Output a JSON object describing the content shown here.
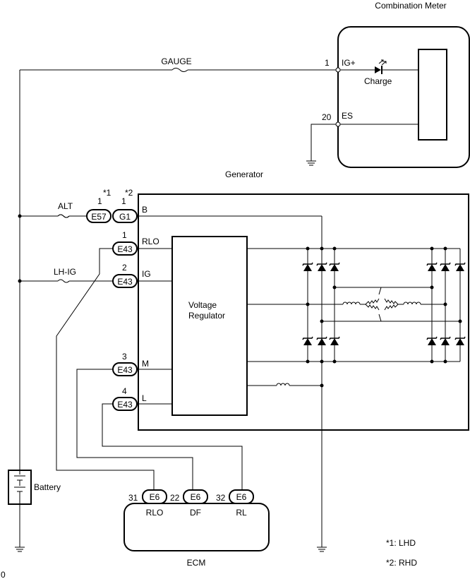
{
  "components": {
    "combination_meter": "Combination Meter",
    "generator": "Generator",
    "voltage_regulator_line1": "Voltage",
    "voltage_regulator_line2": "Regulator",
    "ecm": "ECM",
    "battery": "Battery",
    "charge_lamp": "Charge"
  },
  "fuses": {
    "gauge": "GAUGE",
    "alt": "ALT",
    "lh_ig": "LH-IG"
  },
  "meter_pins": [
    {
      "num": "1",
      "name": "IG+"
    },
    {
      "num": "20",
      "name": "ES"
    }
  ],
  "generator_pins": [
    {
      "num": "1",
      "connector": "E43",
      "name": "RLO"
    },
    {
      "num": "2",
      "connector": "E43",
      "name": "IG"
    },
    {
      "num": "3",
      "connector": "E43",
      "name": "M"
    },
    {
      "num": "4",
      "connector": "E43",
      "name": "L"
    }
  ],
  "b_terminal": {
    "name": "B",
    "lhd": {
      "mark": "*1",
      "num": "1",
      "connector": "E57"
    },
    "rhd": {
      "mark": "*2",
      "num": "1",
      "connector": "G1"
    }
  },
  "ecm_pins": [
    {
      "num": "31",
      "connector": "E6",
      "name": "RLO"
    },
    {
      "num": "22",
      "connector": "E6",
      "name": "DF"
    },
    {
      "num": "32",
      "connector": "E6",
      "name": "RL"
    }
  ],
  "notes": [
    "*1: LHD",
    "*2: RHD"
  ],
  "page_mark": "0"
}
